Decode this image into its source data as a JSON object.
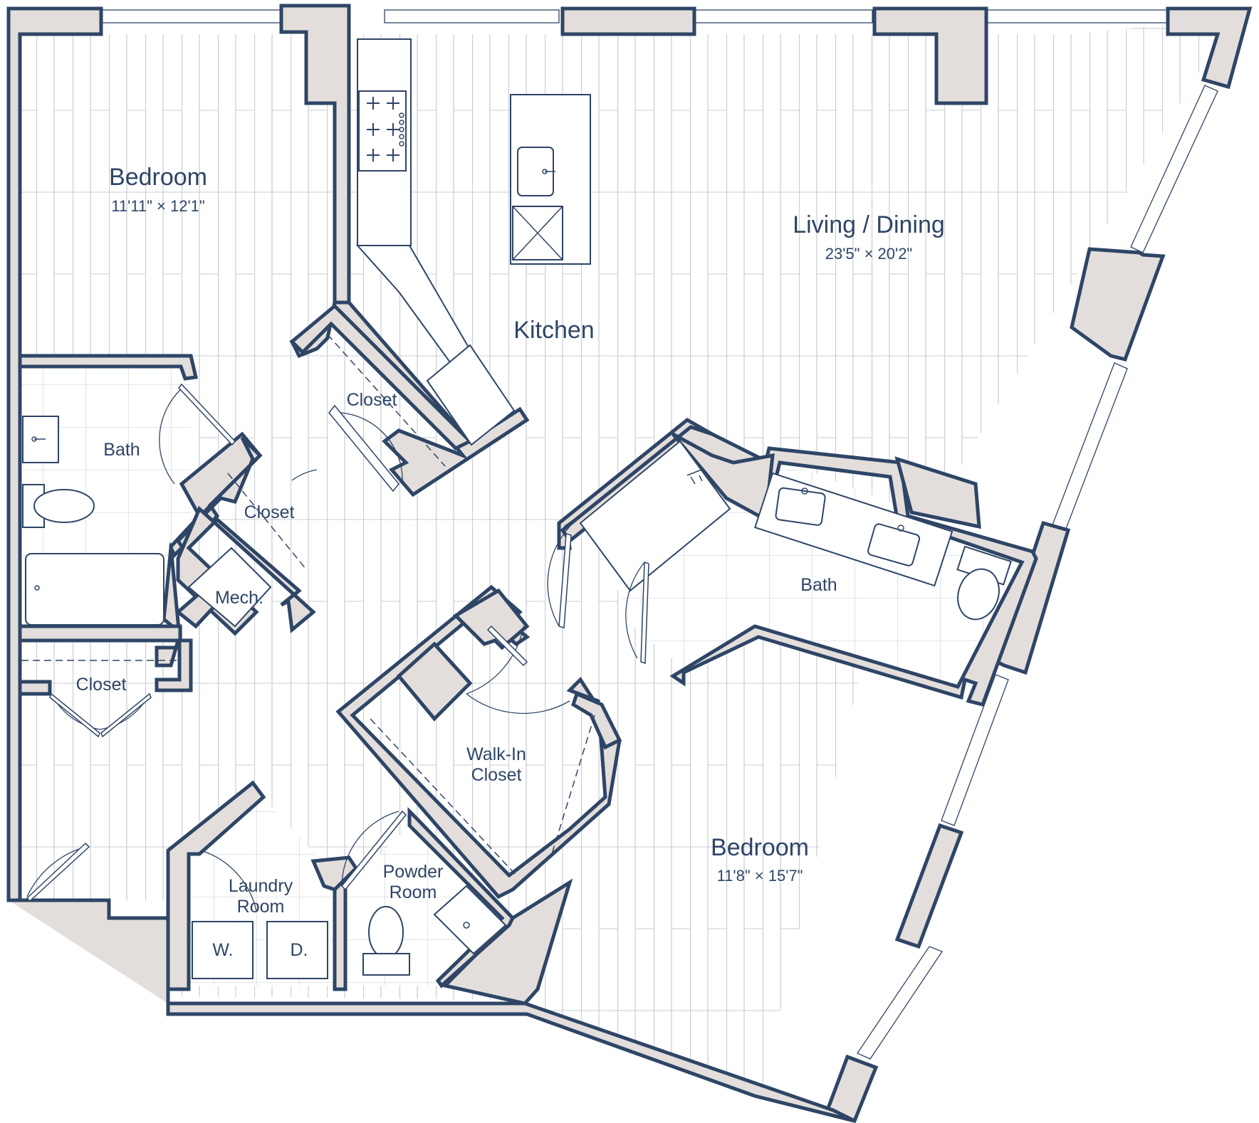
{
  "colors": {
    "wall_fill": "#e3dedb",
    "outline": "#2e4566",
    "floor_lines": "#c9ccd4",
    "background": "#ffffff"
  },
  "rooms": {
    "bedroom_1": {
      "name": "Bedroom",
      "dims": "11'11\" × 12'1\""
    },
    "living_dining": {
      "name": "Living / Dining",
      "dims": "23'5\" × 20'2\""
    },
    "kitchen": {
      "name": "Kitchen"
    },
    "closet_kitchen": {
      "name": "Closet"
    },
    "bath_1": {
      "name": "Bath"
    },
    "closet_center": {
      "name": "Closet"
    },
    "mech": {
      "name": "Mech."
    },
    "closet_left": {
      "name": "Closet"
    },
    "bath_2": {
      "name": "Bath"
    },
    "walk_in_closet": {
      "line1": "Walk-In",
      "line2": "Closet"
    },
    "bedroom_2": {
      "name": "Bedroom",
      "dims": "11'8\" × 15'7\""
    },
    "powder_room": {
      "line1": "Powder",
      "line2": "Room"
    },
    "laundry_room": {
      "line1": "Laundry",
      "line2": "Room"
    },
    "washer": {
      "label": "W."
    },
    "dryer": {
      "label": "D."
    }
  }
}
